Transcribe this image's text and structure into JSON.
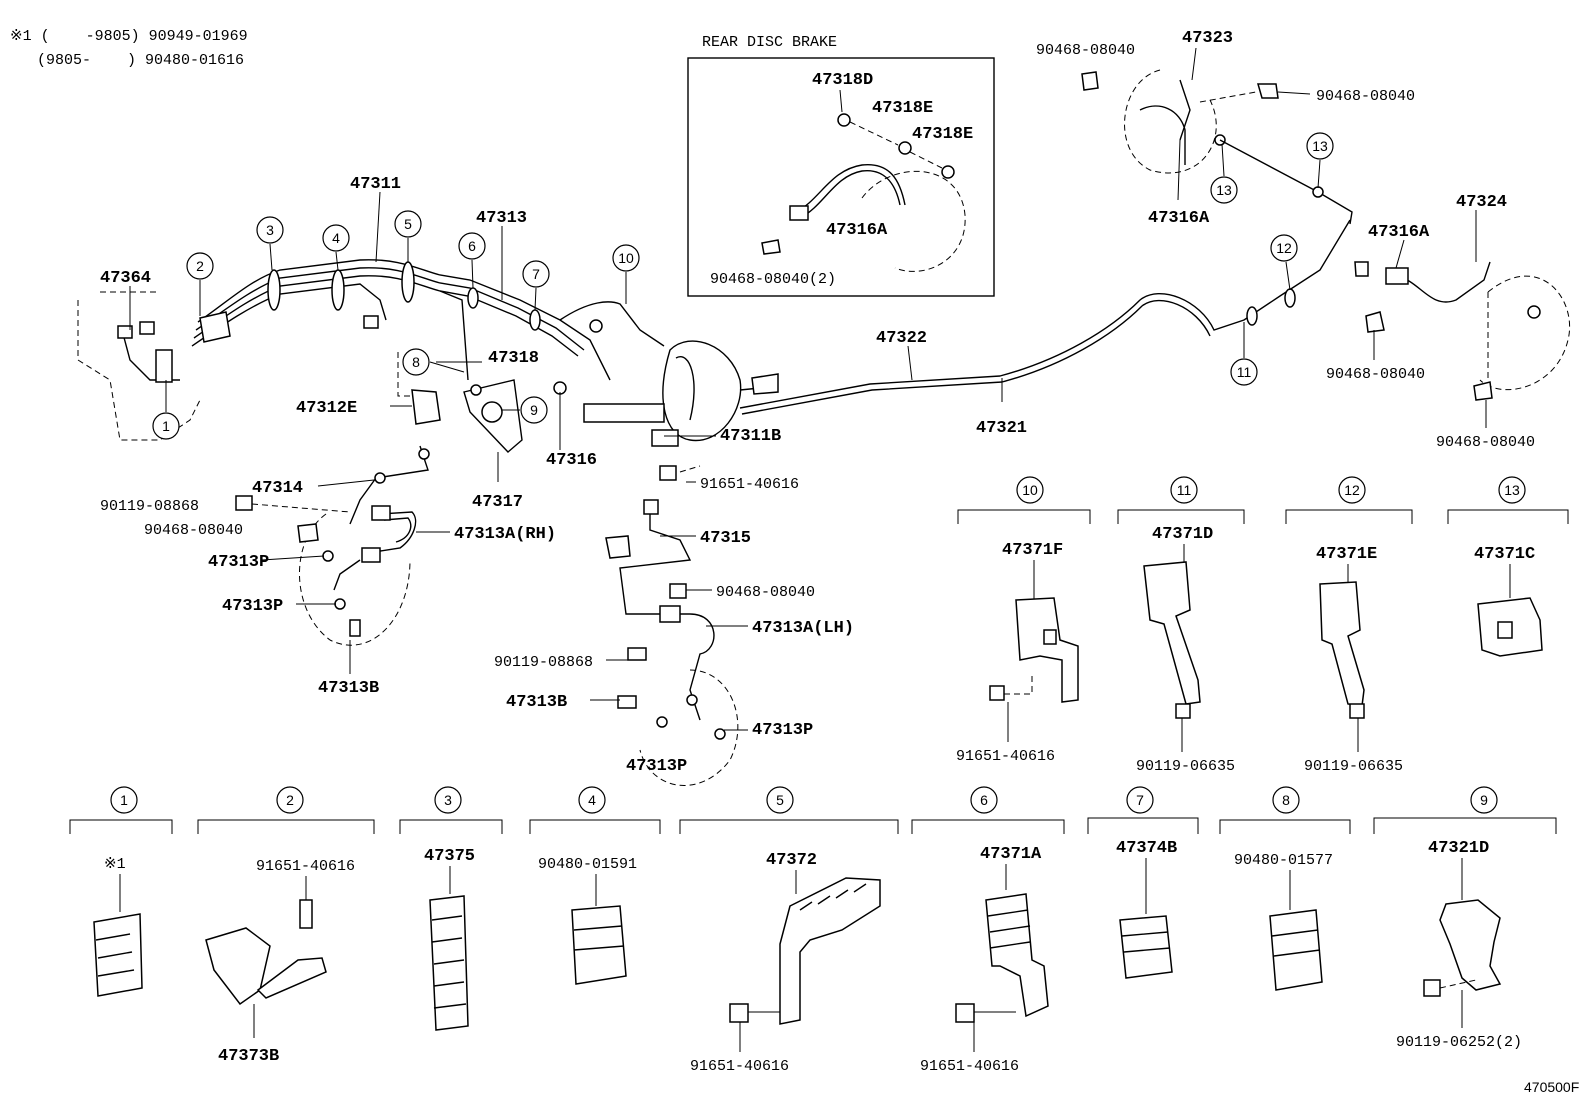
{
  "note": {
    "line1": "※1 (    -9805) 90949-01969",
    "line2": "   (9805-    ) 90480-01616"
  },
  "inset": {
    "title": "REAR DISC BRAKE"
  },
  "labels": {
    "p47318D": "47318D",
    "p47318E_1": "47318E",
    "p47318E_2": "47318E",
    "p47316A_inset": "47316A",
    "p90468_08040_2": "90468-08040(2)",
    "p90468_08040_tl": "90468-08040",
    "p47323": "47323",
    "p90468_08040_tr": "90468-08040",
    "p47316A_top": "47316A",
    "p47324": "47324",
    "p47316A_r": "47316A",
    "p90468_08040_r1": "90468-08040",
    "p90468_08040_r2": "90468-08040",
    "p47364": "47364",
    "p47311": "47311",
    "p47313": "47313",
    "p47318": "47318",
    "p47312E": "47312E",
    "p47316": "47316",
    "p47311B": "47311B",
    "p47317": "47317",
    "p47322": "47322",
    "p47321": "47321",
    "p47314": "47314",
    "p90119_08868_a": "90119-08868",
    "p90468_08040_a": "90468-08040",
    "p47313A_RH": "47313A(RH)",
    "p47313P_a": "47313P",
    "p47313P_b": "47313P",
    "p47313B_a": "47313B",
    "p91651_40616_a": "91651-40616",
    "p47315": "47315",
    "p90468_08040_b": "90468-08040",
    "p47313A_LH": "47313A(LH)",
    "p90119_08868_b": "90119-08868",
    "p47313B_b": "47313B",
    "p47313P_c": "47313P",
    "p47313P_d": "47313P"
  },
  "callouts": [
    "1",
    "2",
    "3",
    "4",
    "5",
    "6",
    "7",
    "8",
    "9",
    "10",
    "11",
    "12",
    "13"
  ],
  "clamps": [
    {
      "num": "10",
      "part": "47371F",
      "bolt": "91651-40616"
    },
    {
      "num": "11",
      "part": "47371D",
      "bolt": "90119-06635"
    },
    {
      "num": "12",
      "part": "47371E",
      "bolt": "90119-06635"
    },
    {
      "num": "13",
      "part": "47371C",
      "bolt": ""
    },
    {
      "num": "1",
      "part": "※1",
      "bolt": ""
    },
    {
      "num": "2",
      "part": "47373B",
      "bolt": "91651-40616"
    },
    {
      "num": "3",
      "part": "47375",
      "bolt": ""
    },
    {
      "num": "4",
      "part": "90480-01591",
      "bolt": ""
    },
    {
      "num": "5",
      "part": "47372",
      "bolt": "91651-40616"
    },
    {
      "num": "6",
      "part": "47371A",
      "bolt": "91651-40616"
    },
    {
      "num": "7",
      "part": "47374B",
      "bolt": ""
    },
    {
      "num": "8",
      "part": "90480-01577",
      "bolt": ""
    },
    {
      "num": "9",
      "part": "47321D",
      "bolt": "90119-06252(2)"
    }
  ],
  "figure_id": "470500F"
}
